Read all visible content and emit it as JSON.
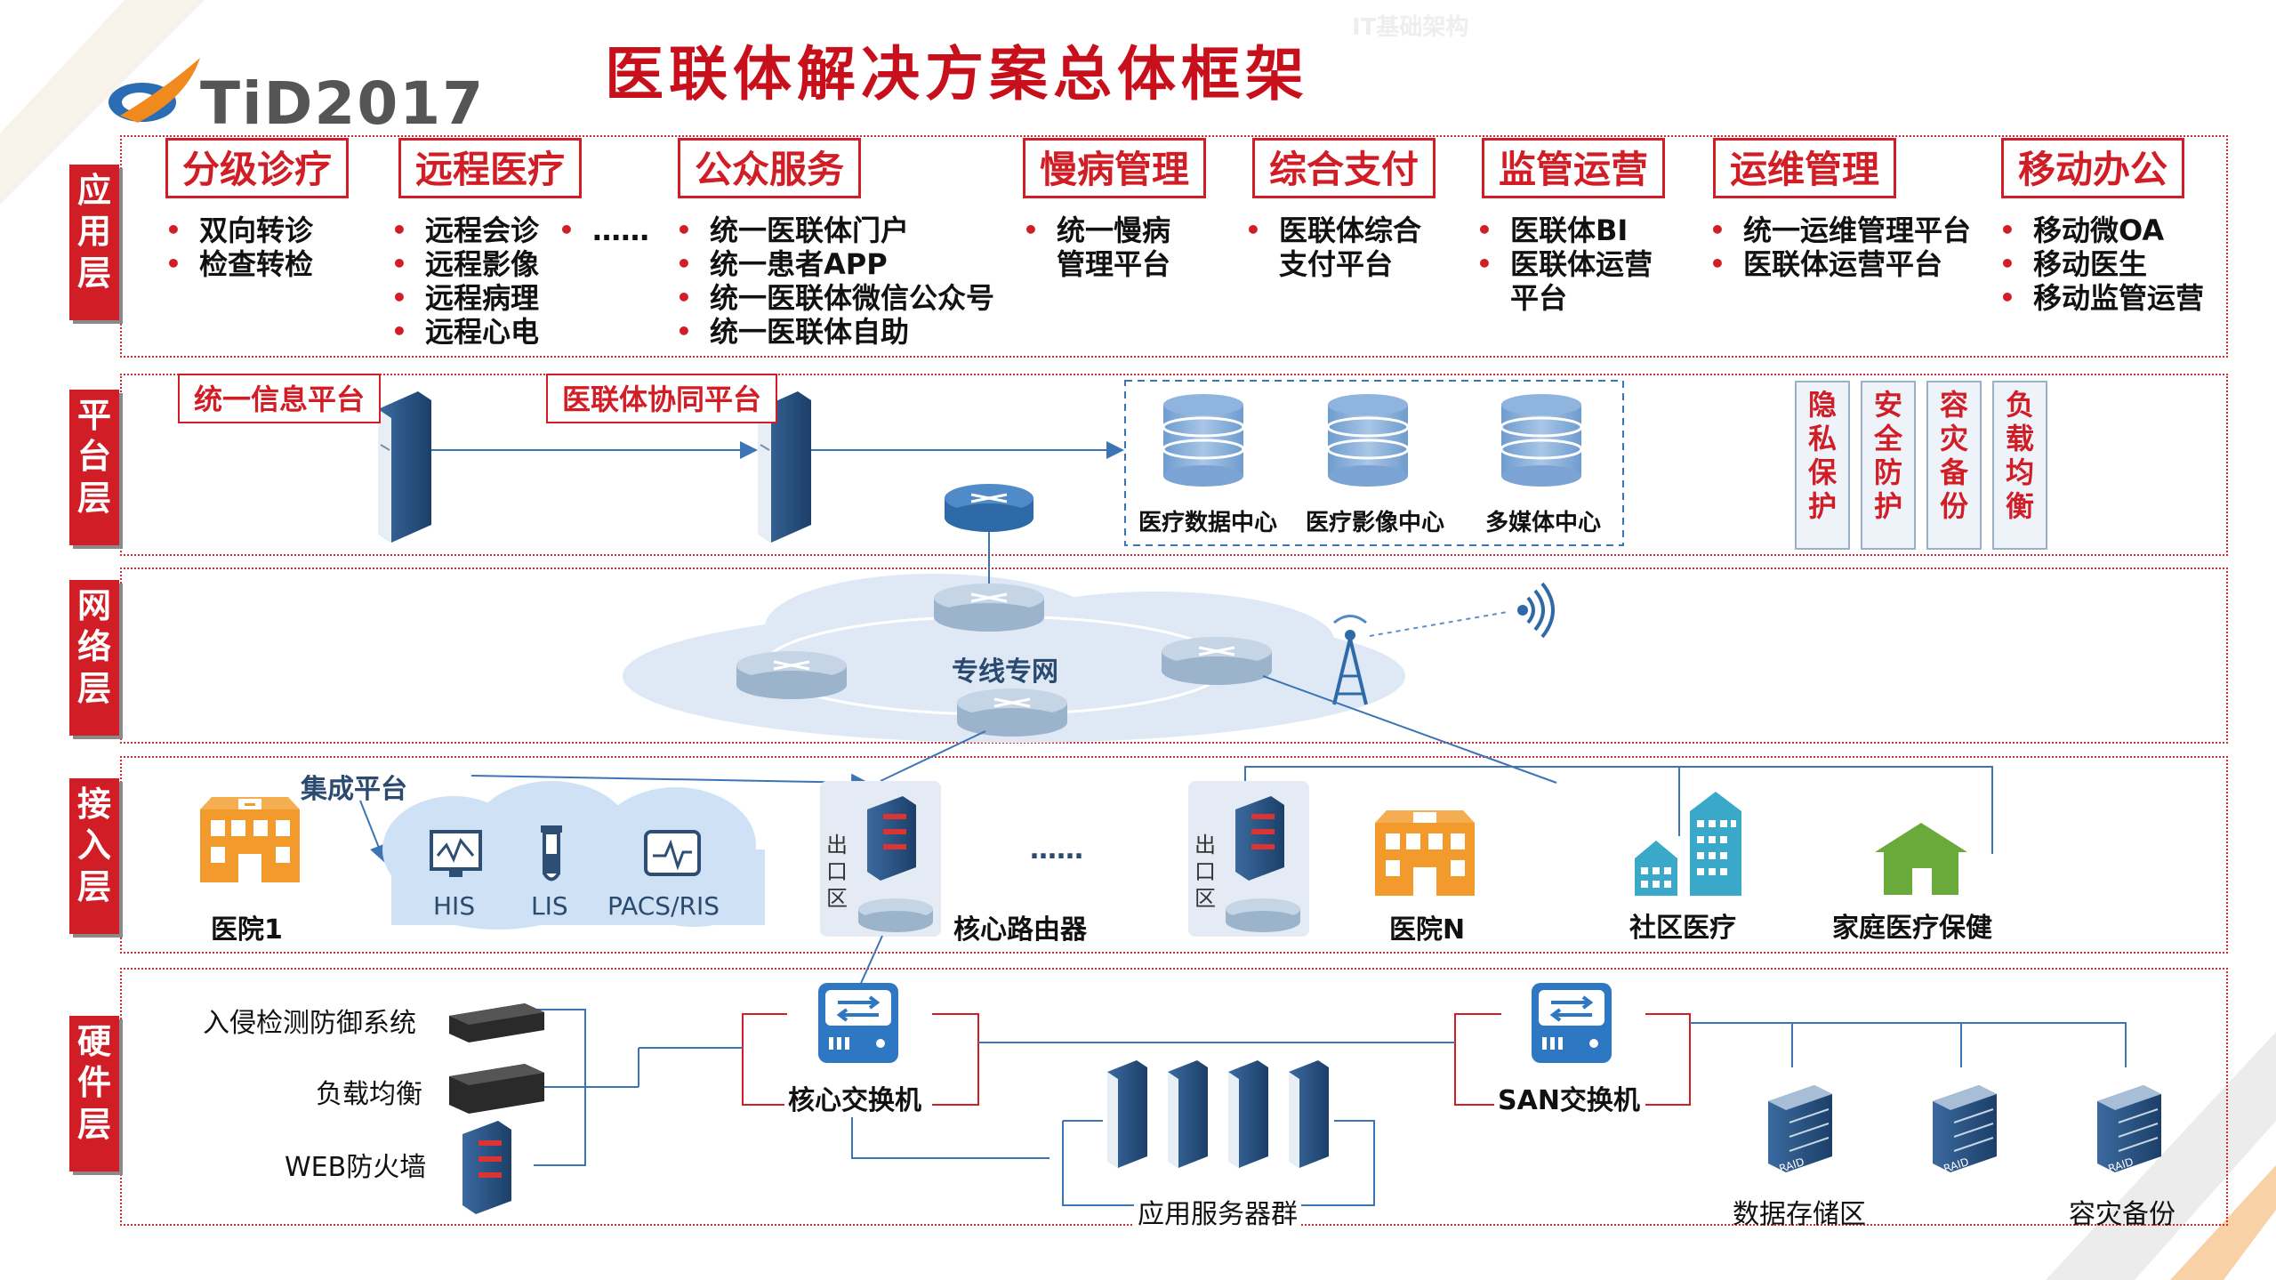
{
  "title": "医联体解决方案总体框架",
  "watermark": "IT基础架构",
  "logo": "TiD2017",
  "layers": {
    "app": [
      "应",
      "用",
      "层"
    ],
    "platform": [
      "平",
      "台",
      "层"
    ],
    "network": [
      "网",
      "络",
      "层"
    ],
    "access": [
      "接",
      "入",
      "层"
    ],
    "hardware": [
      "硬",
      "件",
      "层"
    ]
  },
  "app_categories": [
    {
      "name": "分级诊疗",
      "items": [
        "双向转诊",
        "检查转检"
      ]
    },
    {
      "name": "远程医疗",
      "items": [
        "远程会诊",
        "远程影像",
        "远程病理",
        "远程心电"
      ],
      "extra": "……"
    },
    {
      "name": "公众服务",
      "items": [
        "统一医联体门户",
        "统一患者APP",
        "统一医联体微信公众号",
        "统一医联体自助"
      ]
    },
    {
      "name": "慢病管理",
      "items": [
        "统一慢病",
        "管理平台"
      ]
    },
    {
      "name": "综合支付",
      "items": [
        "医联体综合",
        "支付平台"
      ]
    },
    {
      "name": "监管运营",
      "items": [
        "医联体BI",
        "医联体运营",
        "平台"
      ]
    },
    {
      "name": "运维管理",
      "items": [
        "统一运维管理平台",
        "医联体运营平台"
      ]
    },
    {
      "name": "移动办公",
      "items": [
        "移动微OA",
        "移动医生",
        "移动监管运营"
      ]
    }
  ],
  "platform": {
    "info_platform": "统一信息平台",
    "collab_platform": "医联体协同平台",
    "data_centers": [
      "医疗数据中心",
      "医疗影像中心",
      "多媒体中心"
    ],
    "security": [
      [
        "隐",
        "私",
        "保",
        "护"
      ],
      [
        "安",
        "全",
        "防",
        "护"
      ],
      [
        "容",
        "灾",
        "备",
        "份"
      ],
      [
        "负",
        "载",
        "均",
        "衡"
      ]
    ]
  },
  "network": {
    "private_net": "专线专网"
  },
  "access": {
    "integration": "集成平台",
    "systems": [
      "HIS",
      "LIS",
      "PACS/RIS"
    ],
    "hospital1": "医院1",
    "exit_zone": [
      "出",
      "口",
      "区"
    ],
    "core_router": "核心路由器",
    "dots": "……",
    "hospitalN": "医院N",
    "community": "社区医疗",
    "family": "家庭医疗保健"
  },
  "hardware": {
    "ids": "入侵检测防御系统",
    "lb": "负载均衡",
    "waf": "WEB防火墙",
    "core_switch": "核心交换机",
    "san_switch": "SAN交换机",
    "app_servers": "应用服务器群",
    "storage": "数据存储区",
    "dr": "容灾备份",
    "raid": "RAID"
  },
  "colors": {
    "accent_red": "#d11d26",
    "server_blue": "#2f5f93",
    "cloud": "#dfe9f5",
    "orange": "#f39a2d",
    "green": "#6aaa3a"
  }
}
